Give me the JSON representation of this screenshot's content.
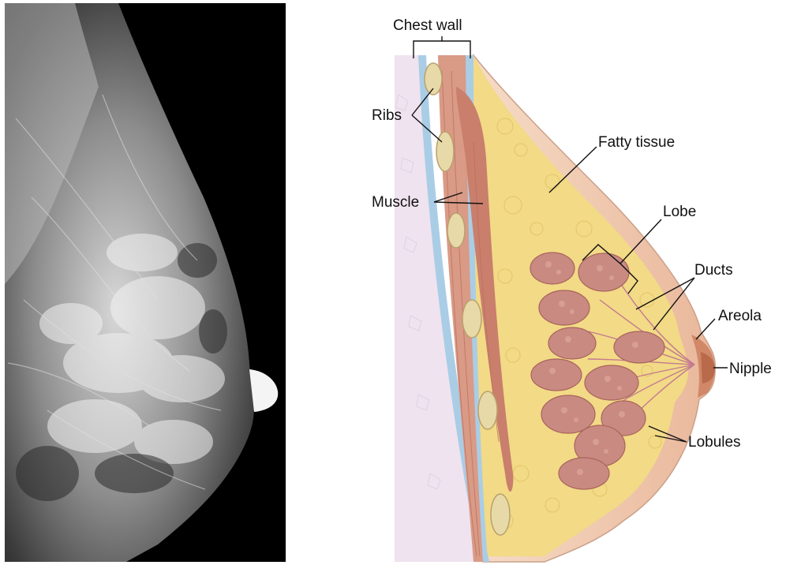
{
  "labels": {
    "chest_wall": "Chest wall",
    "ribs": "Ribs",
    "muscle": "Muscle",
    "fatty_tissue": "Fatty tissue",
    "lobe": "Lobe",
    "ducts": "Ducts",
    "areola": "Areola",
    "nipple": "Nipple",
    "lobules": "Lobules"
  },
  "colors": {
    "xray_background": "#000000",
    "fat": "#f2da86",
    "lobule": "#c98a82",
    "muscle": "#d99a86",
    "rib": "#e8d9a8",
    "skin": "#efc6a8",
    "areola": "#c8785a",
    "chest_lining": "#aacde6",
    "leader_line": "#111111"
  }
}
